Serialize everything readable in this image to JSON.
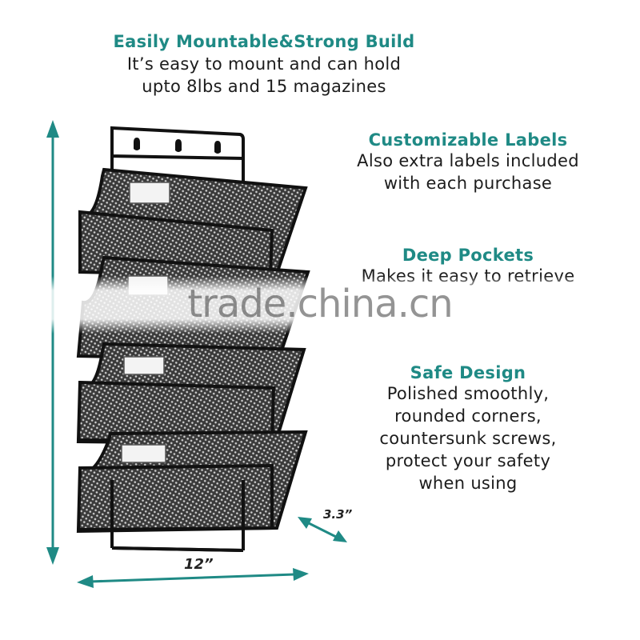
{
  "features": {
    "mount": {
      "heading": "Easily Mountable&Strong Build",
      "lines": [
        "It’s easy to mount and can hold",
        "upto 8lbs and 15 magazines"
      ]
    },
    "labels": {
      "heading": "Customizable Labels",
      "lines": [
        "Also extra labels included",
        "with each purchase"
      ]
    },
    "pockets": {
      "heading": "Deep Pockets",
      "lines": [
        "Makes it easy to retrieve"
      ]
    },
    "safe": {
      "heading": "Safe Design",
      "lines": [
        "Polished smoothly,",
        "rounded corners,",
        "countersunk screws,",
        "protect your safety",
        "when using"
      ]
    }
  },
  "dimensions": {
    "width": "12”",
    "depth": "3.3”"
  },
  "watermark": "trade.china.cn",
  "colors": {
    "accent": "#1f8a85",
    "text": "#1c1c1c",
    "frame": "#111111"
  },
  "product_image": "wall-mount-mesh-file-organizer"
}
